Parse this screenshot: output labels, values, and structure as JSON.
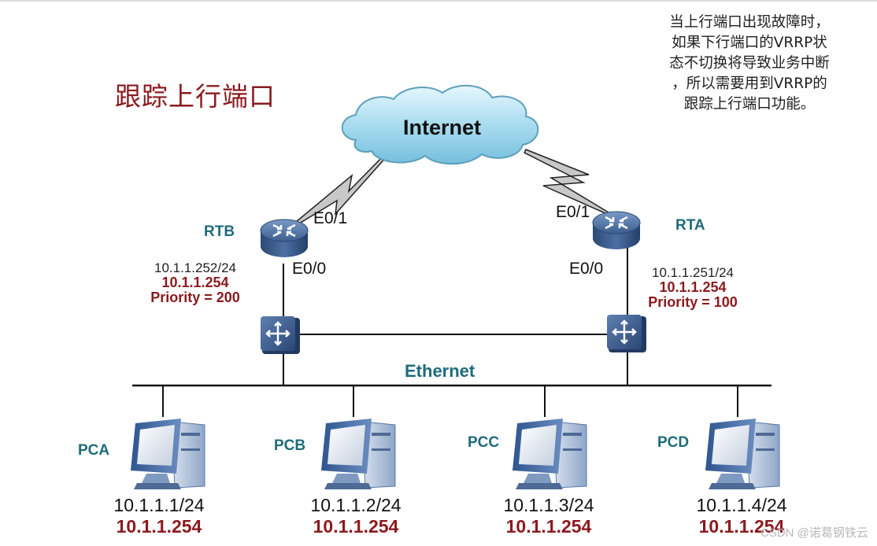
{
  "title": "跟踪上行端口",
  "note_lines": [
    "当上行端口出现故障时，",
    "如果下行端口的VRRP状",
    "态不切换将导致业务中断",
    "，所以需要用到VRRP的",
    "跟踪上行端口功能。"
  ],
  "internet": {
    "label": "Internet"
  },
  "routers": [
    {
      "name": "RTB",
      "uplink_port": "E0/1",
      "downlink_port": "E0/0",
      "ip": "10.1.1.252/24",
      "virtual_ip": "10.1.1.254",
      "priority": "Priority = 200"
    },
    {
      "name": "RTA",
      "uplink_port": "E0/1",
      "downlink_port": "E0/0",
      "ip": "10.1.1.251/24",
      "virtual_ip": "10.1.1.254",
      "priority": "Priority = 100"
    }
  ],
  "lan": {
    "label": "Ethernet"
  },
  "pcs": [
    {
      "name": "PCA",
      "ip": "10.1.1.1/24",
      "gateway": "10.1.1.254"
    },
    {
      "name": "PCB",
      "ip": "10.1.1.2/24",
      "gateway": "10.1.1.254"
    },
    {
      "name": "PCC",
      "ip": "10.1.1.3/24",
      "gateway": "10.1.1.254"
    },
    {
      "name": "PCD",
      "ip": "10.1.1.4/24",
      "gateway": "10.1.1.254"
    }
  ],
  "watermark": "CSDN @诺葛钢铁云",
  "colors": {
    "title_red": "#8b1a1e",
    "label_teal": "#1e6b7b",
    "device_blue": "#3c5f8f",
    "cloud_blue": "#a9dcef"
  }
}
